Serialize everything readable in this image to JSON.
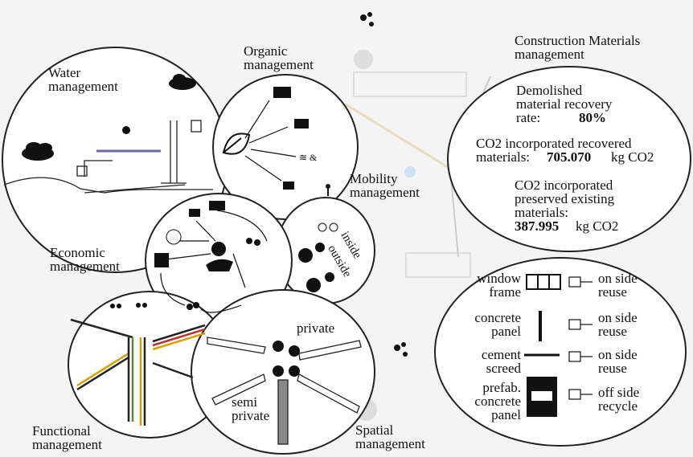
{
  "top_icon": "link-nodes-icon",
  "circles": {
    "water": {
      "title": "Water\nmanagement"
    },
    "organic": {
      "title": "Organic\nmanagement"
    },
    "mobility": {
      "title": "Mobility\nmanagement",
      "inside": "inside",
      "outside": "outside"
    },
    "economic": {
      "title": "Economic\nmanagement"
    },
    "functional": {
      "title": "Functional\nmanagement"
    },
    "spatial": {
      "title": "Spatial\nmanagement",
      "private": "private",
      "semi_private": "semi\nprivate"
    }
  },
  "construction": {
    "title": "Construction Materials\nmanagement",
    "recovery_label": "Demolished\nmaterial recovery\nrate:",
    "recovery_value": "80%",
    "co2_recovered_label": "CO2 incorporated recovered\nmaterials:",
    "co2_recovered_value": "705.070",
    "co2_recovered_unit": "kg CO2",
    "co2_preserved_label": "CO2 incorporated\npreserved existing\nmaterials:",
    "co2_preserved_value": "387.995",
    "co2_preserved_unit": "kg CO2"
  },
  "materials": [
    {
      "name": "window\nframe",
      "action": "on side\nreuse",
      "icon": "window-frame-icon"
    },
    {
      "name": "concrete\npanel",
      "action": "on side\nreuse",
      "icon": "concrete-panel-icon"
    },
    {
      "name": "cement\nscreed",
      "action": "on side\nreuse",
      "icon": "cement-screed-icon"
    },
    {
      "name": "prefab.\nconcrete\npanel",
      "action": "off side\nrecycle",
      "icon": "prefab-panel-icon"
    }
  ]
}
